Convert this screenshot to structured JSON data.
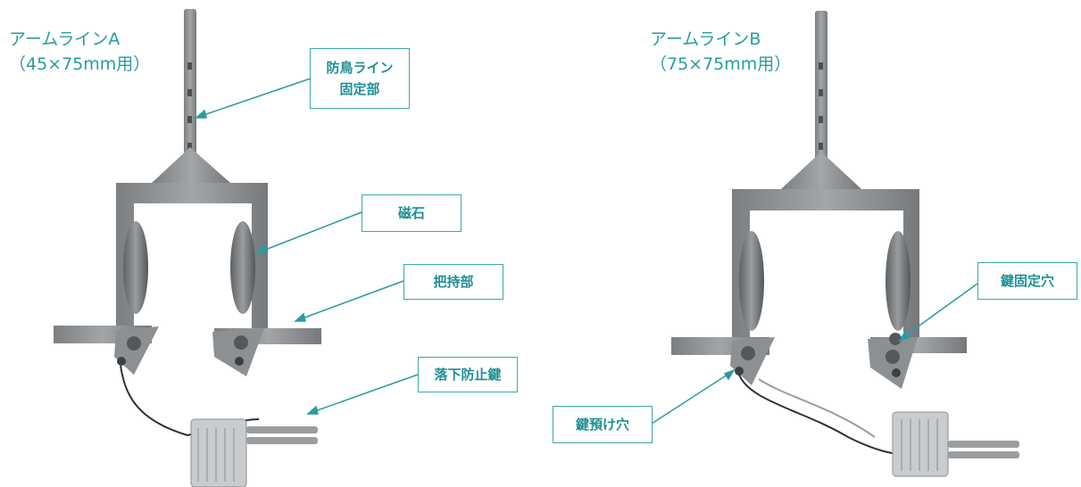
{
  "colors": {
    "accent": "#2a9ca0",
    "callout_border": "#3aa9ac",
    "device_plastic": "#8a8d90",
    "magnet_metal": "#6e7174"
  },
  "left_unit": {
    "title_line1": "アームラインA",
    "title_line2": "（45×75mm用）",
    "callouts": {
      "bird_line_mount": [
        "防鳥ライン",
        "固定部"
      ],
      "magnet": "磁石",
      "grip": "把持部",
      "fall_prevention_key": "落下防止鍵"
    }
  },
  "right_unit": {
    "title_line1": "アームラインB",
    "title_line2": "（75×75mm用）",
    "callouts": {
      "key_fixing_hole": "鍵固定穴",
      "key_storage_hole": "鍵預け穴"
    }
  }
}
